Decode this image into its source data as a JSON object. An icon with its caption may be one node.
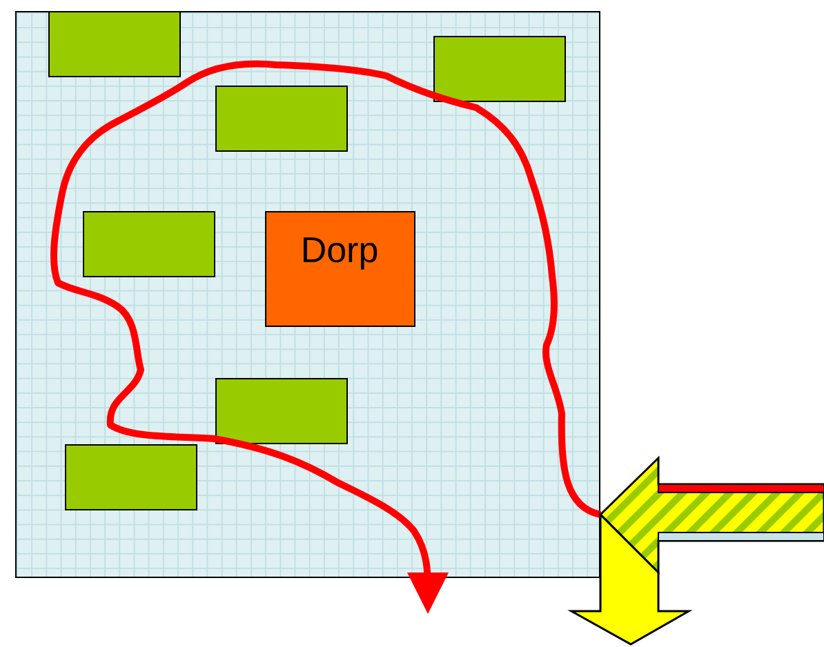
{
  "diagram": {
    "nodes": [
      {
        "text": [],
        "shape": "box"
      },
      {
        "text": [],
        "shape": "box",
        "in": 0
      },
      {
        "text": [],
        "shape": "box",
        "in": 0
      },
      {
        "text": [],
        "shape": "box",
        "in": 0
      },
      {
        "text": [],
        "shape": "box",
        "in": 0
      },
      {
        "text": [
          "Dorp"
        ],
        "in": 0
      },
      {
        "text": [],
        "shape": "box",
        "in": 0
      },
      {
        "text": [],
        "shape": "box",
        "in": 0
      }
    ]
  }
}
